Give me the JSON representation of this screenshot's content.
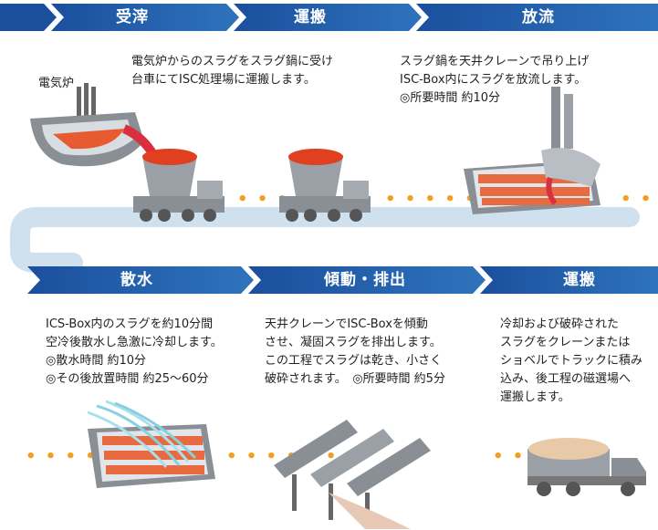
{
  "colors": {
    "arrow_dark": "#1a4f9c",
    "arrow_light": "#3a84c9",
    "connector": "#cfe0ef",
    "dots": "#f0a020",
    "slag": "#e04020"
  },
  "row1": {
    "stages": [
      "受滓",
      "運搬",
      "放流"
    ],
    "furnace_label": "電気炉",
    "desc1": [
      "電気炉からのスラグをスラグ鍋に受け",
      "台車にてISC処理場に運搬します。"
    ],
    "desc3": [
      "スラグ鍋を天井クレーンで吊り上げ",
      "ISC-Box内にスラグを放流します。",
      "◎所要時間 約10分"
    ]
  },
  "row2": {
    "stages": [
      "散水",
      "傾動・排出",
      "運搬"
    ],
    "desc1": [
      "ICS-Box内のスラグを約10分間",
      "空冷後散水し急激に冷却します。",
      "◎散水時間 約10分",
      "◎その後放置時間 約25～60分"
    ],
    "desc2": [
      "天井クレーンでISC-Boxを傾動",
      "させ、凝固スラグを排出します。",
      "この工程でスラグは乾き、小さく",
      "破砕されます。　◎所要時間 約5分"
    ],
    "desc3": [
      "冷却および破砕された",
      "スラグをクレーンまたは",
      "ショベルでトラックに積み",
      "込み、後工程の磁選場へ",
      "運搬します。"
    ]
  },
  "icons": [
    "electric-furnace-icon",
    "slag-ladle-cart-icon",
    "isc-box-pour-icon",
    "water-spray-box-icon",
    "tilting-box-icon",
    "dump-truck-icon"
  ]
}
